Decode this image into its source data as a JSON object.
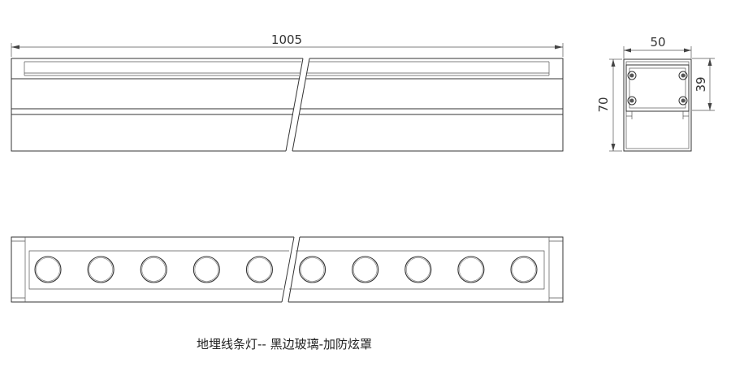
{
  "dimensions": {
    "length": "1005",
    "width": "50",
    "height": "70",
    "inner_height": "39"
  },
  "caption": "地埋线条灯-- 黑边玻璃-加防炫罩",
  "bottom_view": {
    "lens_count": 10
  }
}
